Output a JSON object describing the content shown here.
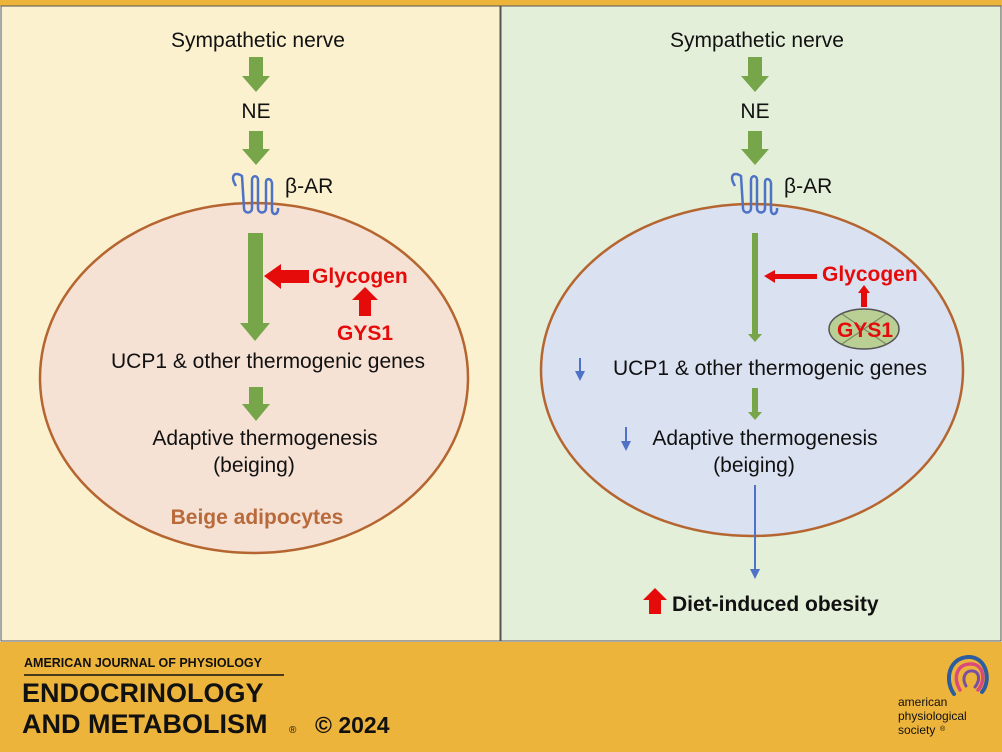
{
  "left_panel": {
    "sympathetic_nerve": "Sympathetic nerve",
    "ne": "NE",
    "beta_ar": "β-AR",
    "glycogen": "Glycogen",
    "gys1": "GYS1",
    "ucp1_genes": "UCP1 & other thermogenic genes",
    "adaptive_line1": "Adaptive thermogenesis",
    "adaptive_line2": "(beiging)",
    "cell_label": "Beige adipocytes"
  },
  "right_panel": {
    "sympathetic_nerve": "Sympathetic nerve",
    "ne": "NE",
    "beta_ar": "β-AR",
    "glycogen": "Glycogen",
    "gys1": "GYS1",
    "ucp1_genes": "UCP1 & other thermogenic genes",
    "adaptive_line1": "Adaptive thermogenesis",
    "adaptive_line2": "(beiging)",
    "outcome": "Diet-induced obesity"
  },
  "footer": {
    "journal_top": "AMERICAN JOURNAL OF PHYSIOLOGY",
    "journal_line1": "ENDOCRINOLOGY",
    "journal_line2": "AND METABOLISM",
    "registered": "®",
    "copyright": "© 2024",
    "society_line1": "american",
    "society_line2": "physiological",
    "society_line3": "society",
    "society_mark": "®"
  },
  "colors": {
    "left_bg": "#fbf1cf",
    "right_bg": "#e4efd9",
    "left_cell": "#f6e2d5",
    "right_cell": "#dae1f1",
    "cell_border": "#b5652f",
    "green_arrow": "#77a54a",
    "red": "#e50b0b",
    "blue_arrow": "#4d72c6",
    "footer_bg": "#edb43c",
    "cell_label_color": "#b86a3a"
  }
}
